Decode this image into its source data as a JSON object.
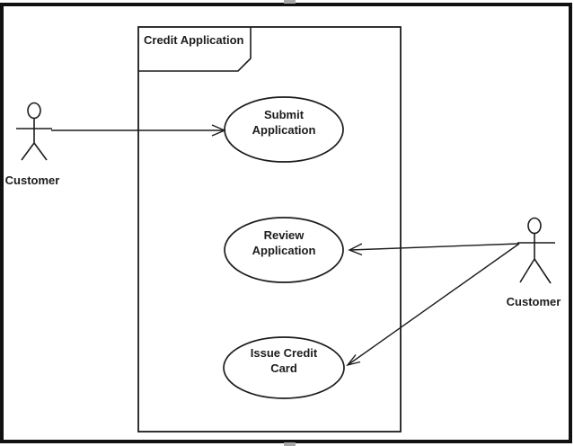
{
  "diagram": {
    "type": "uml-use-case",
    "system": {
      "title": "Credit Application"
    },
    "actors": [
      {
        "id": "customer-left",
        "label": "Customer",
        "side": "left"
      },
      {
        "id": "customer-right",
        "label": "Customer",
        "side": "right"
      }
    ],
    "use_cases": [
      {
        "id": "submit-application",
        "line1": "Submit",
        "line2": "Application"
      },
      {
        "id": "review-application",
        "line1": "Review",
        "line2": "Application"
      },
      {
        "id": "issue-credit-card",
        "line1": "Issue Credit",
        "line2": "Card"
      }
    ],
    "associations": [
      {
        "from": "customer-left",
        "to": "submit-application",
        "arrow": "open-arrowhead-at-use-case"
      },
      {
        "from": "customer-right",
        "to": "review-application",
        "arrow": "open-arrowhead-at-use-case"
      },
      {
        "from": "customer-right",
        "to": "issue-credit-card",
        "arrow": "open-arrowhead-at-use-case"
      }
    ],
    "colors": {
      "stroke": "#1c1c1c",
      "background": "#ffffff",
      "outer_border": "#111111",
      "handle": "#a8a8a8"
    }
  }
}
